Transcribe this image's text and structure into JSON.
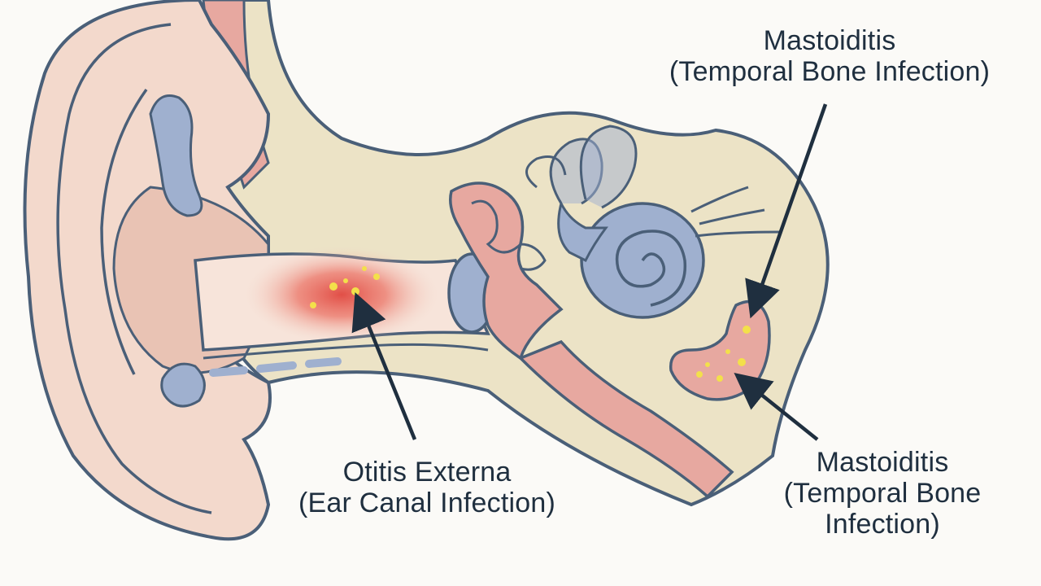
{
  "labels": {
    "otitis_externa": {
      "line1": "Otitis Externa",
      "line2": "(Ear Canal Infection)"
    },
    "mastoiditis_top": {
      "line1": "Mastoiditis",
      "line2": "(Temporal Bone Infection)"
    },
    "mastoiditis_bottom": {
      "line1": "Mastoiditis",
      "line2": "(Temporal Bone",
      "line3": "Infection)"
    }
  },
  "colors": {
    "outline": "#4a5f78",
    "skin": "#f3d9cc",
    "skin_light": "#f7e4da",
    "bone": "#ece3c6",
    "cartilage_blue": "#9fb0cf",
    "inflammation_red": "#e0473f",
    "pus_yellow": "#f3e04a",
    "muscle_pink": "#e7a8a0",
    "arrow": "#1f2f3f"
  }
}
